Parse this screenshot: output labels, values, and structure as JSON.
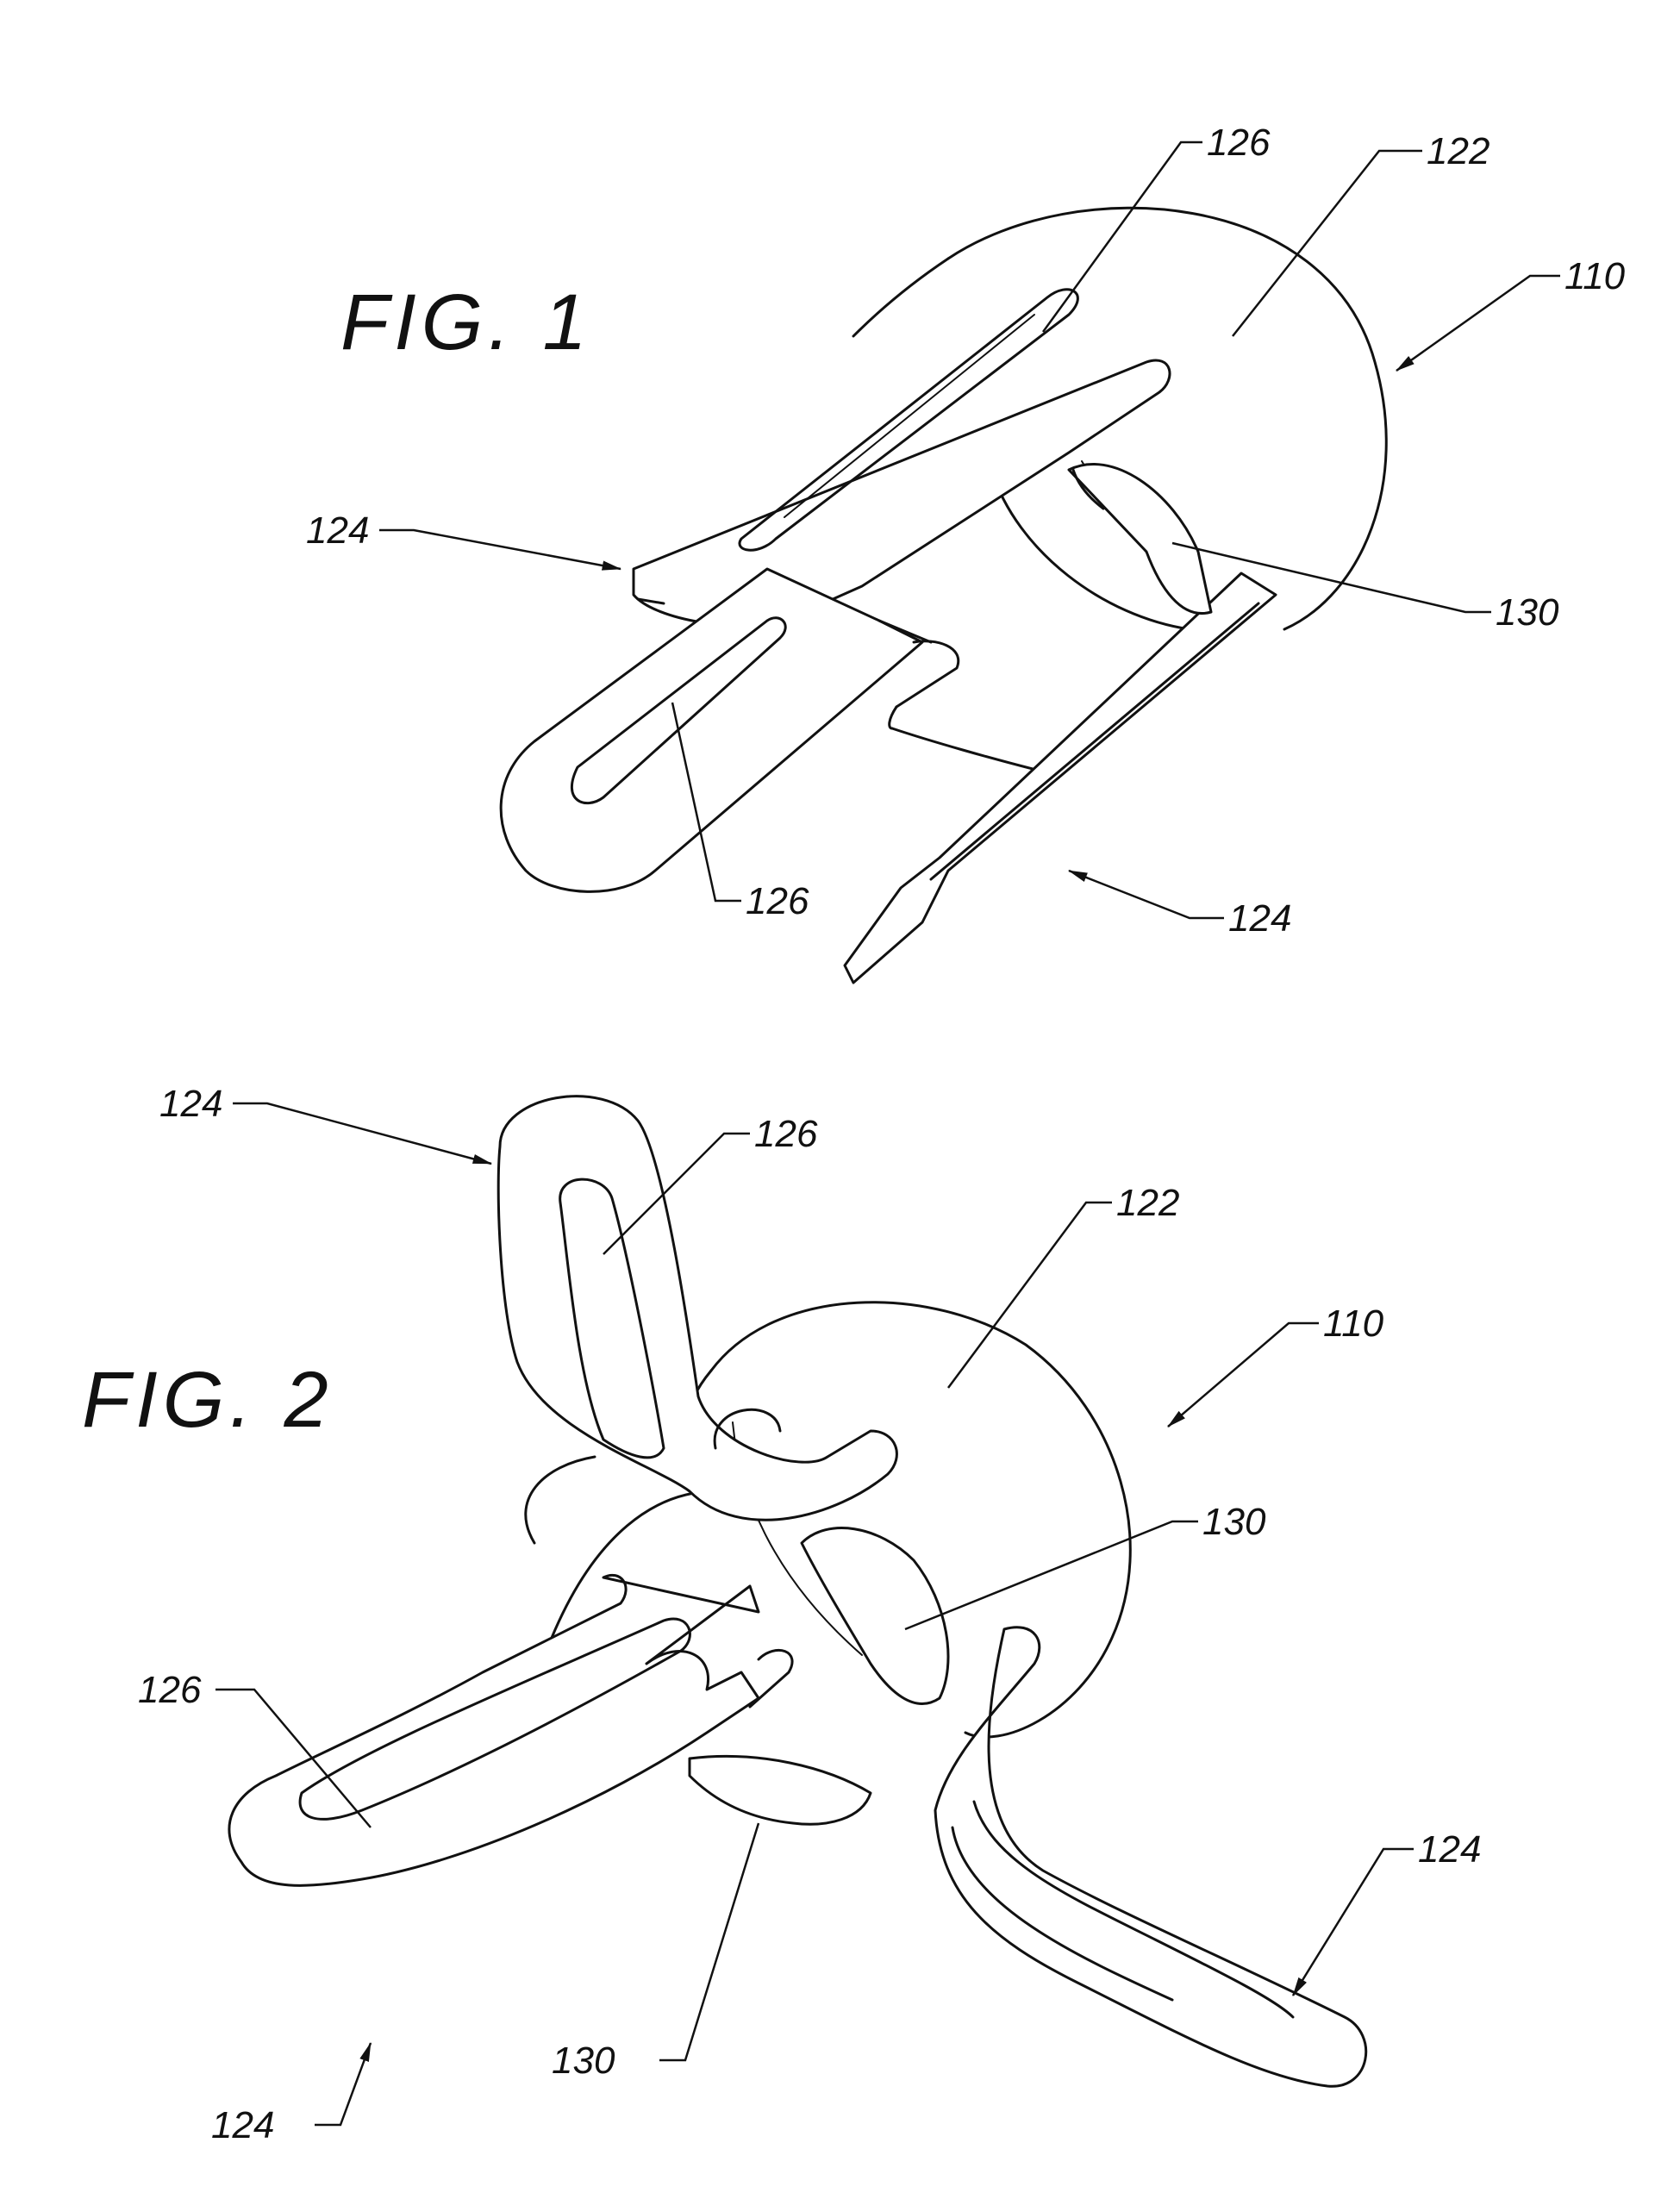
{
  "figures": [
    {
      "title": "FIG. 1",
      "labels": {
        "device": "110",
        "body": "122",
        "arm_top": "126",
        "arm_lower": "126",
        "leg_left": "124",
        "leg_right": "124",
        "tab": "130"
      }
    },
    {
      "title": "FIG. 2",
      "labels": {
        "device": "110",
        "body": "122",
        "arm_top": "126",
        "arm_left": "126",
        "leg_top": "124",
        "leg_bottom_left": "124",
        "leg_right": "124",
        "tab_upper": "130",
        "tab_lower": "130"
      }
    }
  ],
  "colors": {
    "ink": "#111111",
    "paper": "#ffffff"
  }
}
